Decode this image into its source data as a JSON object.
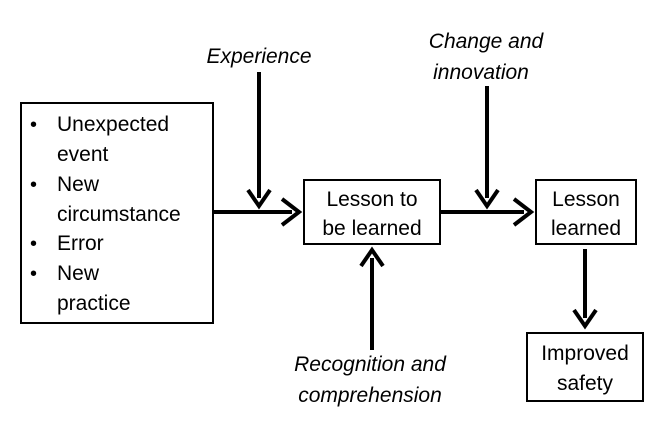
{
  "colors": {
    "stroke": "#000000",
    "fill": "#ffffff",
    "text": "#000000"
  },
  "sources": {
    "bullet_symbol": "•",
    "items": [
      {
        "lines": [
          "Unexpected",
          "event"
        ]
      },
      {
        "lines": [
          "New",
          "circumstance"
        ]
      },
      {
        "lines": [
          "Error"
        ]
      },
      {
        "lines": [
          "New",
          "practice"
        ]
      }
    ]
  },
  "lesson_to_be_learned": {
    "lines": [
      "Lesson to",
      "be learned"
    ]
  },
  "lesson_learned": {
    "lines": [
      "Lesson",
      "learned"
    ]
  },
  "improved_safety": {
    "lines": [
      "Improved",
      "safety"
    ]
  },
  "influences": {
    "experience": {
      "lines": [
        "Experience"
      ]
    },
    "change_and_innovation": {
      "lines": [
        "Change and",
        "innovation"
      ]
    },
    "recognition_and_comprehension": {
      "lines": [
        "Recognition and",
        "comprehension"
      ]
    }
  }
}
